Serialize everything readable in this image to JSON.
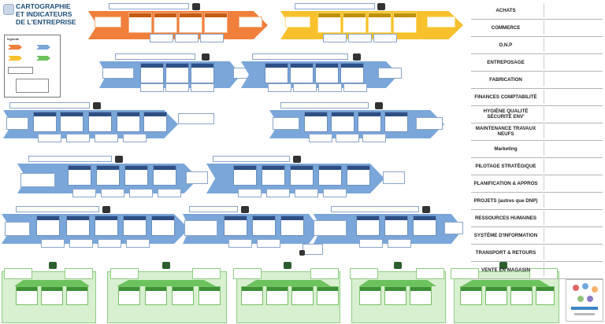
{
  "header": {
    "title_line1": "CARTOGRAPHIE",
    "title_line2": "ET INDICATEURS",
    "title_line3": "DE L'ENTREPRISE"
  },
  "legend": {
    "title": "légende"
  },
  "departments": [
    {
      "label": "ACHATS"
    },
    {
      "label": "COMMERCE"
    },
    {
      "label": "D.N.P"
    },
    {
      "label": "ENTREPOSAGE"
    },
    {
      "label": "FABRICATION"
    },
    {
      "label": "FINANCES COMPTABILITÉ"
    },
    {
      "label": "HYGIÈNE QUALITÉ SÉCURITÉ ENV'"
    },
    {
      "label": "MAINTENANCE TRAVAUX NEUFS"
    },
    {
      "label": "Marketing"
    },
    {
      "label": "PILOTAGE STRATÉGIQUE"
    },
    {
      "label": "PLANIFICATION & APPROS"
    },
    {
      "label": "PROJETS (autres que DNP)"
    },
    {
      "label": "RESSOURCES HUMAINES"
    },
    {
      "label": "SYSTÈME D'INFORMATION"
    },
    {
      "label": "TRANSPORT & RETOURS"
    },
    {
      "label": "VENTE EN MAGASIN"
    }
  ],
  "colors": {
    "orange": "#f07f3c",
    "yellow": "#f7c12d",
    "blue": "#7aa6d9",
    "dark_blue": "#2e4f85",
    "green": "#6cc35d",
    "title_blue": "#1f4e79"
  }
}
